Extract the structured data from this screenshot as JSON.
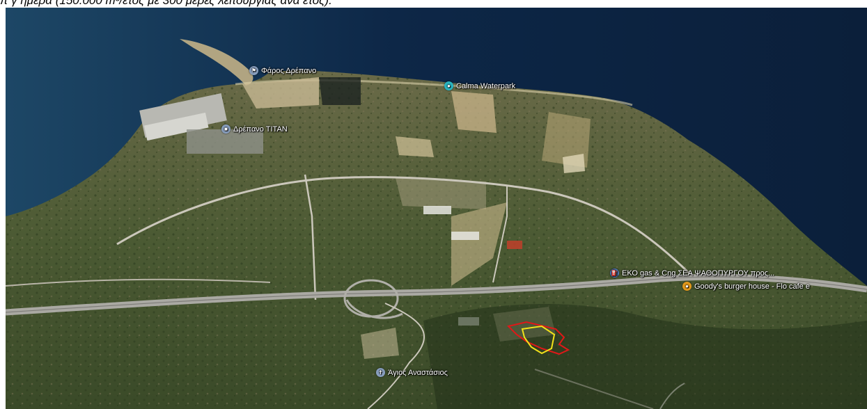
{
  "caption": "π γ ημέρα (150.000 m³/έτος με 300 μέρες λειτουργίας ανά έτος).",
  "places": {
    "faros": "Φάρος Δρέπανο",
    "waterpark": "Calma Waterpark",
    "titan": "Δρέπανο ΤΙΤΑΝ",
    "eko": "ΕΚΟ gas & Cng ΣΕΑ ΨΑΘΟΠΥΡΓΟΥ προς...",
    "goodys": "Goody's burger house - Flo cafe e",
    "agios": "Άγιος Αναστάσιος"
  },
  "colors": {
    "sea": "#0f2a4a",
    "land": "#4c5a35",
    "site_outer": "#e01818",
    "site_inner": "#f2e21a"
  },
  "icons": {
    "faros": "lighthouse-pin-icon",
    "waterpark": "waterpark-pin-icon",
    "titan": "industry-pin-icon",
    "eko": "fuel-station-pin-icon",
    "goodys": "restaurant-pin-icon",
    "agios": "church-pin-icon"
  }
}
